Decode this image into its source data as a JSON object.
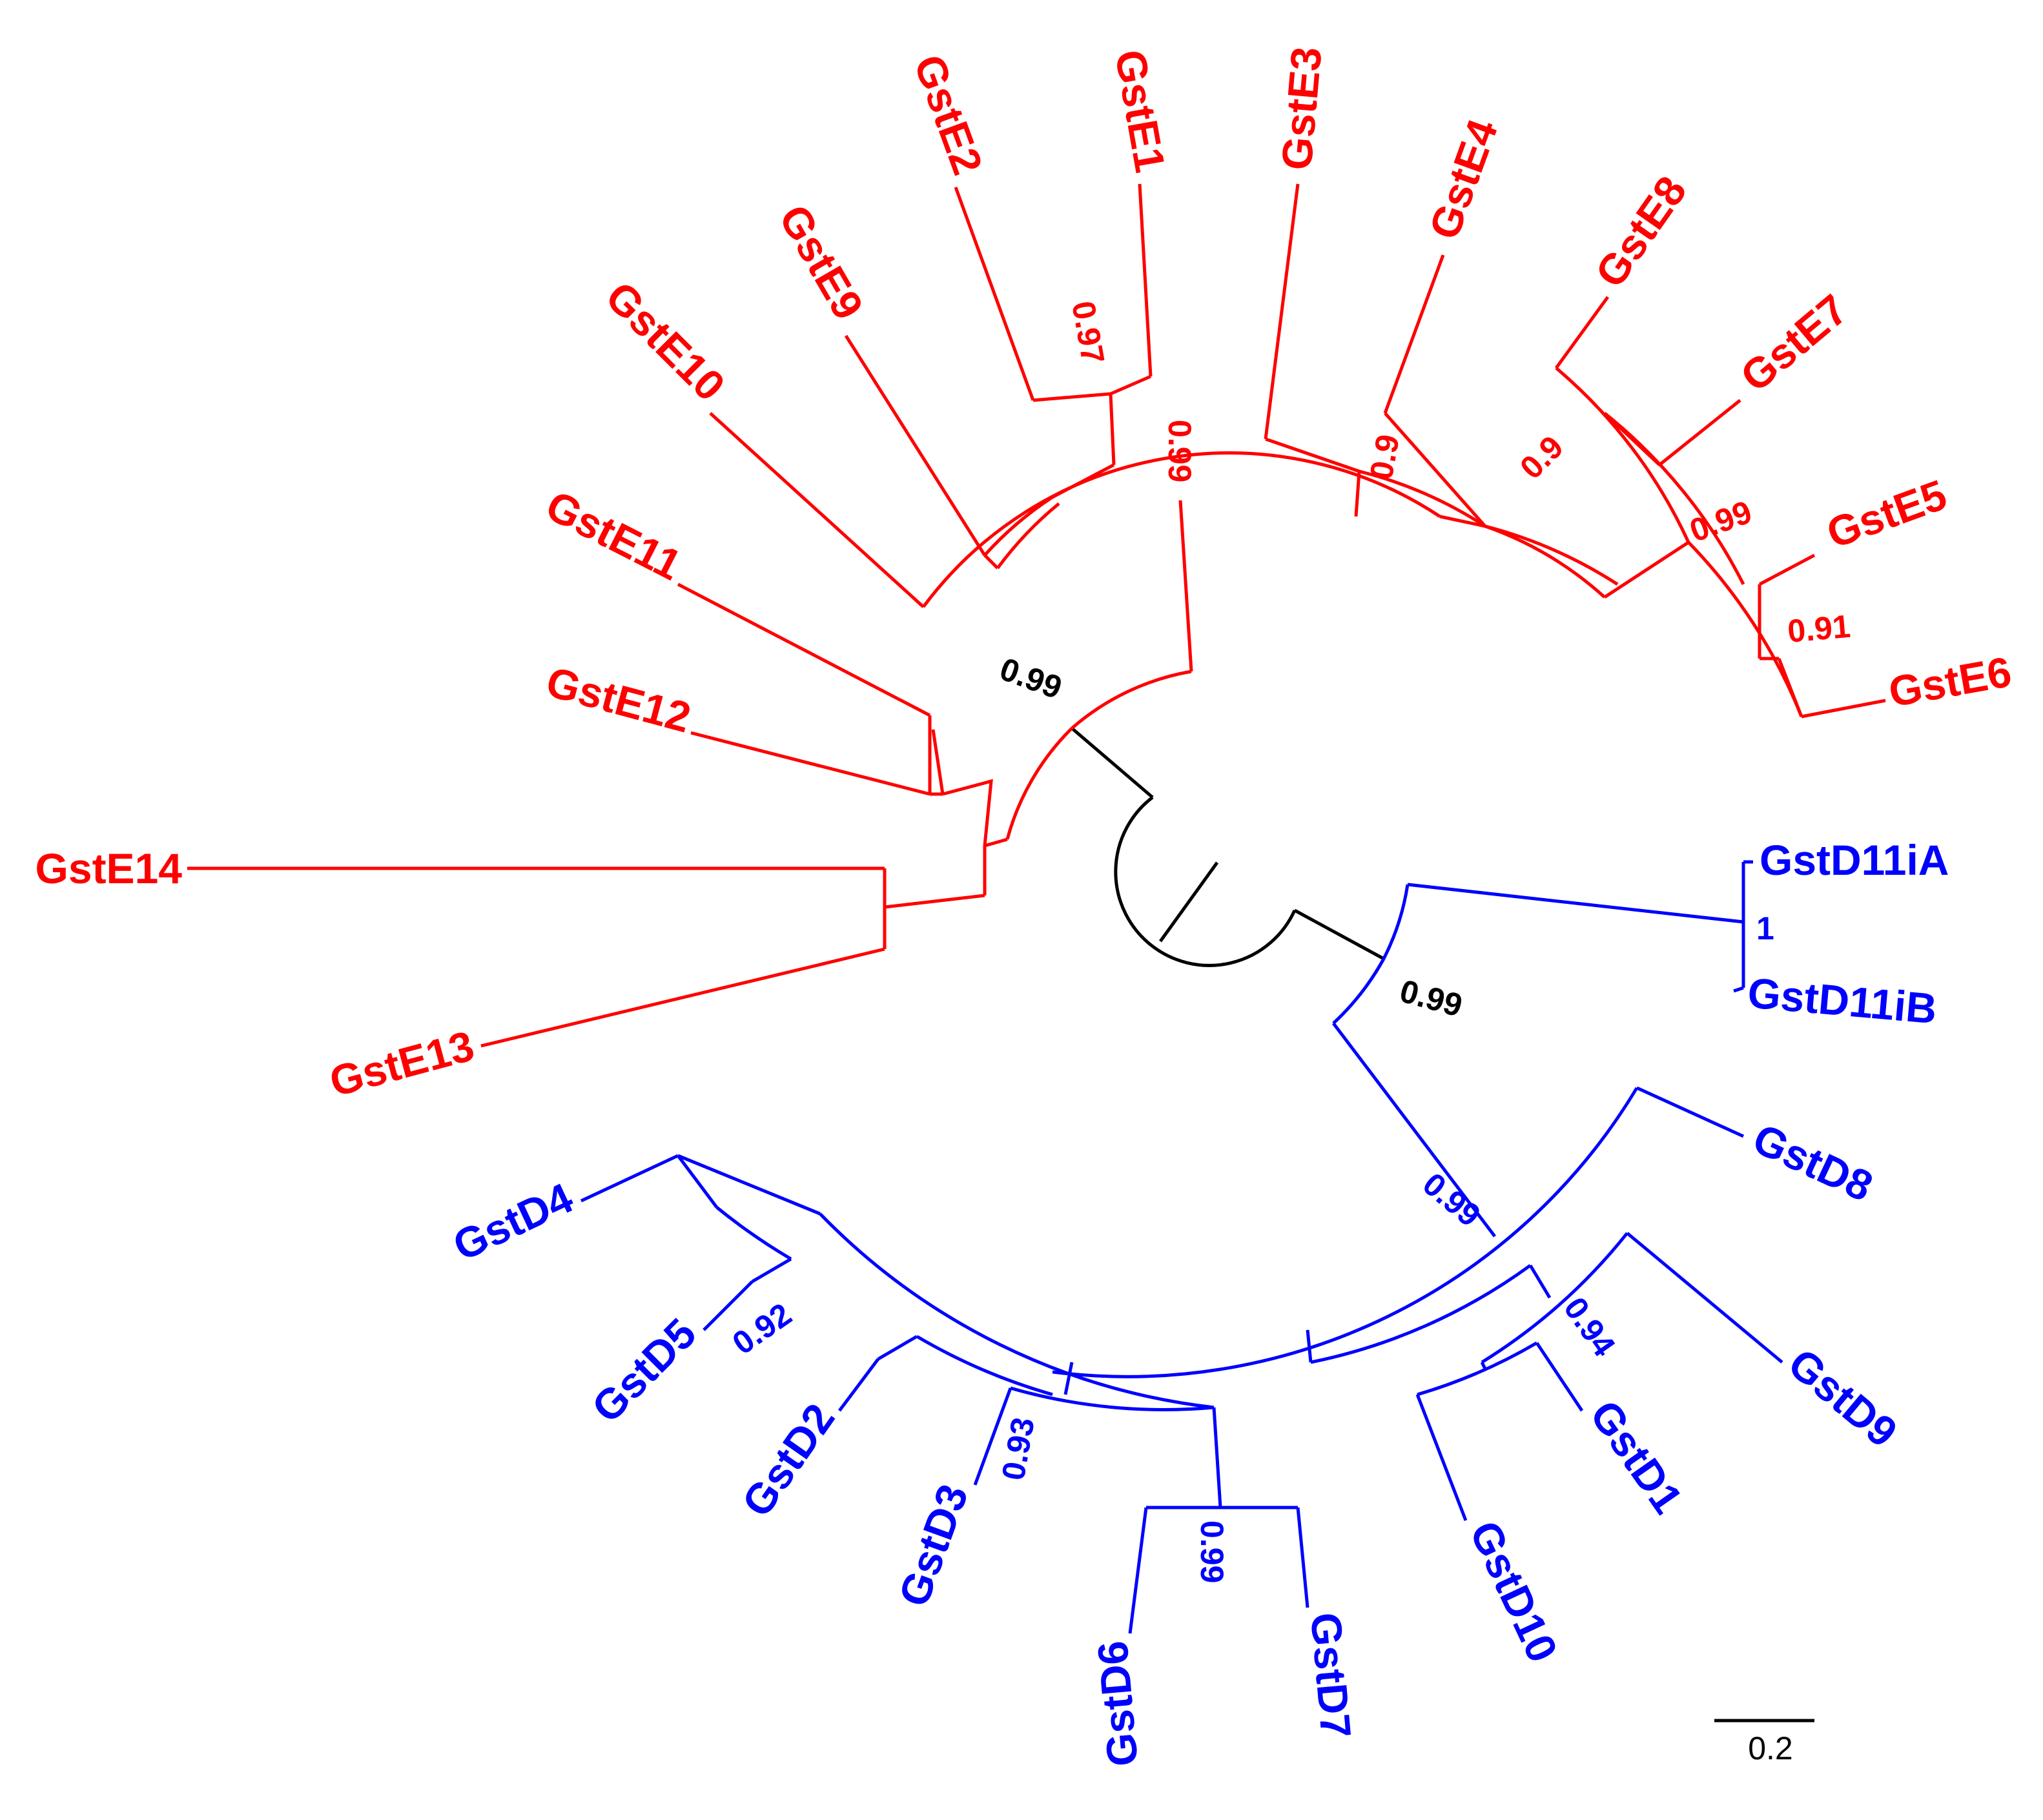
{
  "colors": {
    "clade_e": "#ff0000",
    "clade_d": "#0000ff",
    "root": "#000000"
  },
  "taxa": {
    "GstE1": "GstE1",
    "GstE2": "GstE2",
    "GstE3": "GstE3",
    "GstE4": "GstE4",
    "GstE5": "GstE5",
    "GstE6": "GstE6",
    "GstE7": "GstE7",
    "GstE8": "GstE8",
    "GstE9": "GstE9",
    "GstE10": "GstE10",
    "GstE11": "GstE11",
    "GstE12": "GstE12",
    "GstE13": "GstE13",
    "GstE14": "GstE14",
    "GstD1": "GstD1",
    "GstD2": "GstD2",
    "GstD3": "GstD3",
    "GstD4": "GstD4",
    "GstD5": "GstD5",
    "GstD6": "GstD6",
    "GstD7": "GstD7",
    "GstD8": "GstD8",
    "GstD9": "GstD9",
    "GstD10": "GstD10",
    "GstD11iA": "GstD11iA",
    "GstD11iB": "GstD11iB"
  },
  "support": {
    "e_root": "0.99",
    "d_root": "0.99",
    "e_core": "0.99",
    "e1_e2": "0.97",
    "e3_e4": "0.9",
    "e4_group": "0.9",
    "e5_e8": "0.99",
    "e5_e6": "0.91",
    "d11": "1",
    "d_main": "0.99",
    "d1_d10": "0.94",
    "d4_d5": "0.92",
    "d2_d3": "0.93",
    "d6_d7": "0.99"
  },
  "scale": {
    "label": "0.2"
  }
}
